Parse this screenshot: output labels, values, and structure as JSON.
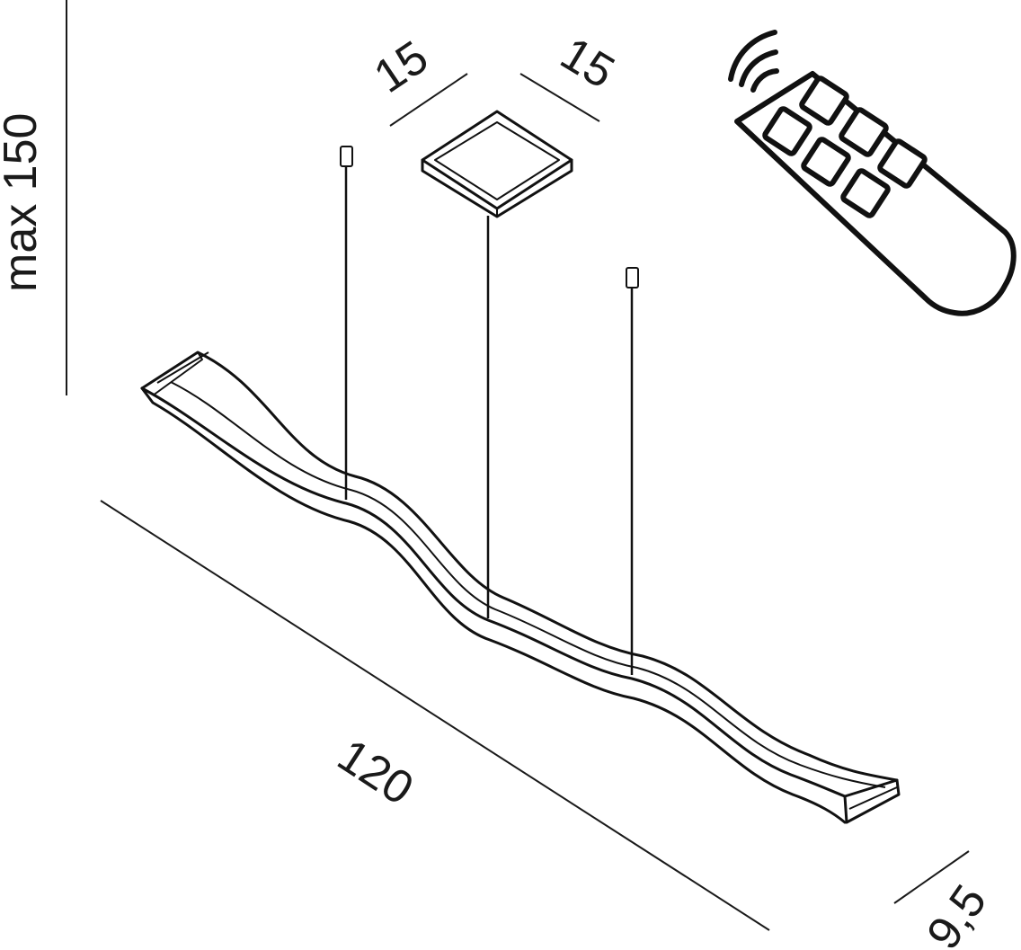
{
  "dimensions": {
    "height_max": "max 150",
    "canopy_width": "15",
    "canopy_depth": "15",
    "length": "120",
    "width": "9,5"
  },
  "icons": {
    "remote": "remote-control-icon"
  }
}
